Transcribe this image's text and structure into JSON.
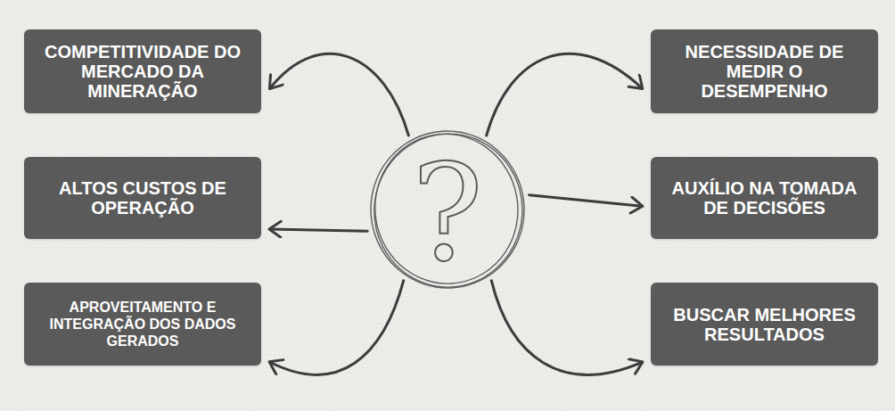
{
  "diagram": {
    "nodes": [
      {
        "text": [
          "?"
        ]
      },
      {
        "text": [
          "COMPETITIVIDADE DO MERCADO DA MINERAÇÃO"
        ]
      },
      {
        "text": [
          "NECESSIDADE DE MEDIR O DESEMPENHO"
        ]
      },
      {
        "text": [
          "ALTOS CUSTOS DE OPERAÇÃO"
        ]
      },
      {
        "text": [
          "AUXÍLIO NA TOMADA DE DECISÕES"
        ]
      },
      {
        "text": [
          "APROVEITAMENTO E INTEGRAÇÃO DOS DADOS GERADOS"
        ]
      },
      {
        "text": [
          "BUSCAR MELHORES RESULTADOS"
        ]
      }
    ],
    "edges": [
      {
        "from": 0,
        "to": 1,
        "arrow": "to"
      },
      {
        "from": 0,
        "to": 2,
        "arrow": "to"
      },
      {
        "from": 0,
        "to": 3,
        "arrow": "to"
      },
      {
        "from": 0,
        "to": 4,
        "arrow": "to"
      },
      {
        "from": 0,
        "to": 5,
        "arrow": "to"
      },
      {
        "from": 0,
        "to": 6,
        "arrow": "to"
      }
    ]
  }
}
